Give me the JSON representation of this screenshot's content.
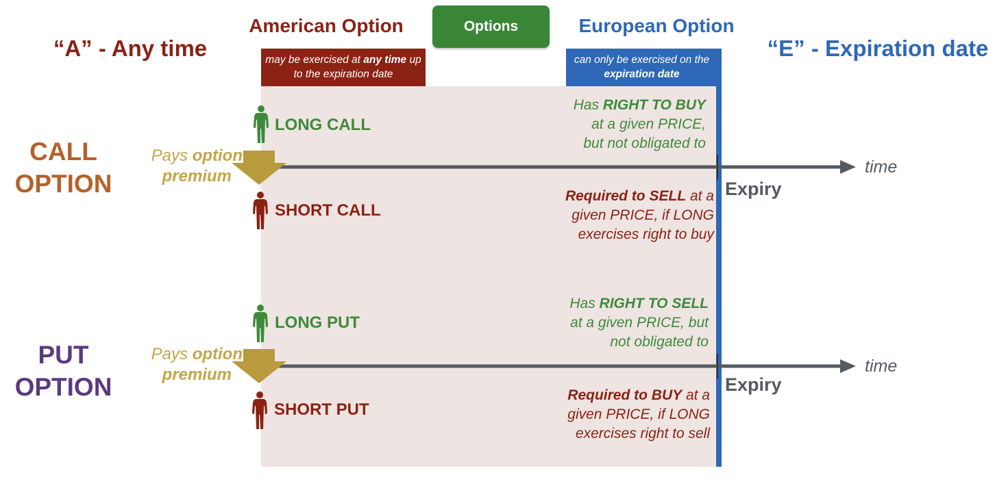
{
  "header": {
    "options_button": "Options",
    "american_title": "American Option",
    "european_title": "European Option",
    "american_mnemonic": "“A” - Any time",
    "european_mnemonic": "“E” - Expiration date"
  },
  "notes": {
    "american": [
      "may be exercised at ",
      "any",
      " ",
      "time",
      " up to the expiration date"
    ],
    "european": [
      "can only be exercised on the ",
      "expiration date"
    ]
  },
  "call": {
    "label_line1": "CALL",
    "label_line2": "OPTION",
    "pays": [
      "Pays ",
      "option",
      "premium"
    ],
    "long_label": "LONG CALL",
    "short_label": "SHORT CALL",
    "long_desc": [
      "Has ",
      "RIGHT TO BUY",
      "at a given PRICE,",
      "but not obligated to"
    ],
    "short_desc": [
      "Required to SELL",
      " at a",
      "given PRICE, if LONG",
      "exercises right to buy"
    ],
    "expiry": "Expiry",
    "time": "time"
  },
  "put": {
    "label_line1": "PUT",
    "label_line2": "OPTION",
    "pays": [
      "Pays ",
      "option",
      "premium"
    ],
    "long_label": "LONG PUT",
    "short_label": "SHORT PUT",
    "long_desc": [
      "Has ",
      "RIGHT TO SELL",
      "at a given PRICE, but",
      "not obligated to"
    ],
    "short_desc": [
      "Required to BUY",
      " at a",
      "given PRICE, if LONG",
      "exercises right to sell"
    ],
    "expiry": "Expiry",
    "time": "time"
  },
  "colors": {
    "american_red": "#8b2213",
    "european_blue": "#2e68b7",
    "options_green": "#398636",
    "long_green": "#3f8a3a",
    "premium_gold": "#c4a54a",
    "call_orange": "#b5612b",
    "put_purple": "#5b3a7e",
    "panel_bg": "#eee4e2",
    "axis_gray": "#555a60"
  },
  "icons": {
    "person": "person-icon",
    "premium_arrow": "down-arrow-icon",
    "time_arrow": "right-arrow-icon"
  }
}
